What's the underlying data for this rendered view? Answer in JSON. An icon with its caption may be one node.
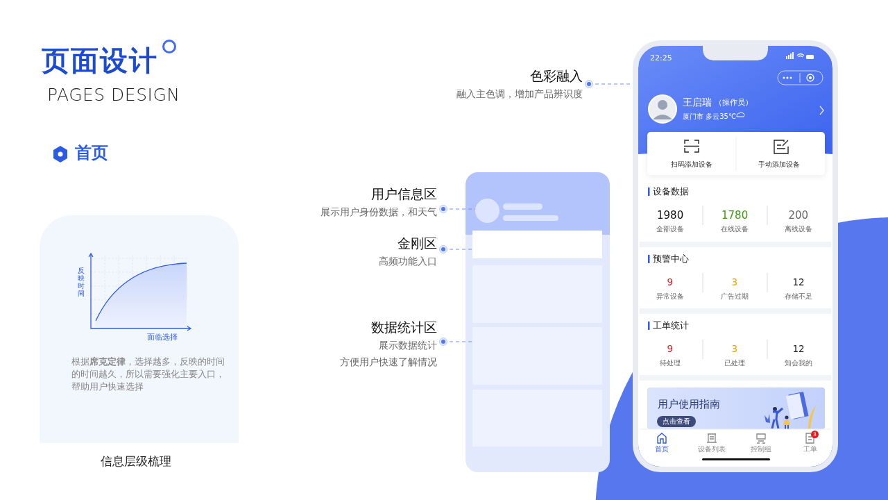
{
  "diagram": {
    "nodes": [
      {
        "text": [
          "色彩融入",
          "融入主色调，增加产品辨识度"
        ]
      },
      {
        "text": [
          "用户信息区",
          "展示用户身份数据，和天气"
        ]
      },
      {
        "text": [
          "金刚区",
          "高频功能入口"
        ]
      },
      {
        "text": [
          "数据统计区",
          "展示数据统计",
          "方便用户快速了解情况"
        ]
      },
      {
        "text": [],
        "shape": "box"
      },
      {
        "text": [],
        "shape": "circle",
        "in": 4
      },
      {
        "text": [],
        "shape": "box",
        "in": 4
      },
      {
        "text": [],
        "shape": "box",
        "in": 4
      },
      {
        "text": [],
        "shape": "box",
        "in": 4
      },
      {
        "text": [],
        "shape": "box",
        "in": 4
      },
      {
        "text": [],
        "shape": "box"
      }
    ],
    "edges": [
      {
        "from": 0,
        "to": 10,
        "arrow": "other",
        "style": "dashed"
      },
      {
        "from": 1,
        "to": 5,
        "arrow": "other",
        "style": "dashed"
      },
      {
        "from": 2,
        "to": 6,
        "arrow": "other",
        "style": "dashed"
      },
      {
        "from": 3,
        "to": 8,
        "arrow": "other",
        "style": "dashed"
      }
    ],
    "labels": [
      "页面设计",
      "PAGES DESIGN",
      "首页",
      "反映时间",
      "面临选择",
      "根据**席克定律**，选择越多，反映的时间的时间越久，所以需要强化主要入口，帮助用户快速选择",
      "信息层级梳理",
      "22:25",
      "王启瑞",
      "（操作员）",
      "厦门市 多云35℃",
      "扫码添加设备",
      "手动添加设备",
      "设备数据",
      "1980",
      "全部设备",
      "1780",
      "在线设备",
      "200",
      "离线设备",
      "预警中心",
      "9",
      "异常设备",
      "3",
      "广告过期",
      "12",
      "存储不足",
      "工单统计",
      "9",
      "待处理",
      "3",
      "已处理",
      "12",
      "知会我的",
      "用户使用指南",
      "点击查看",
      "首页",
      "设备列表",
      "控制组",
      "工单",
      "3"
    ]
  }
}
